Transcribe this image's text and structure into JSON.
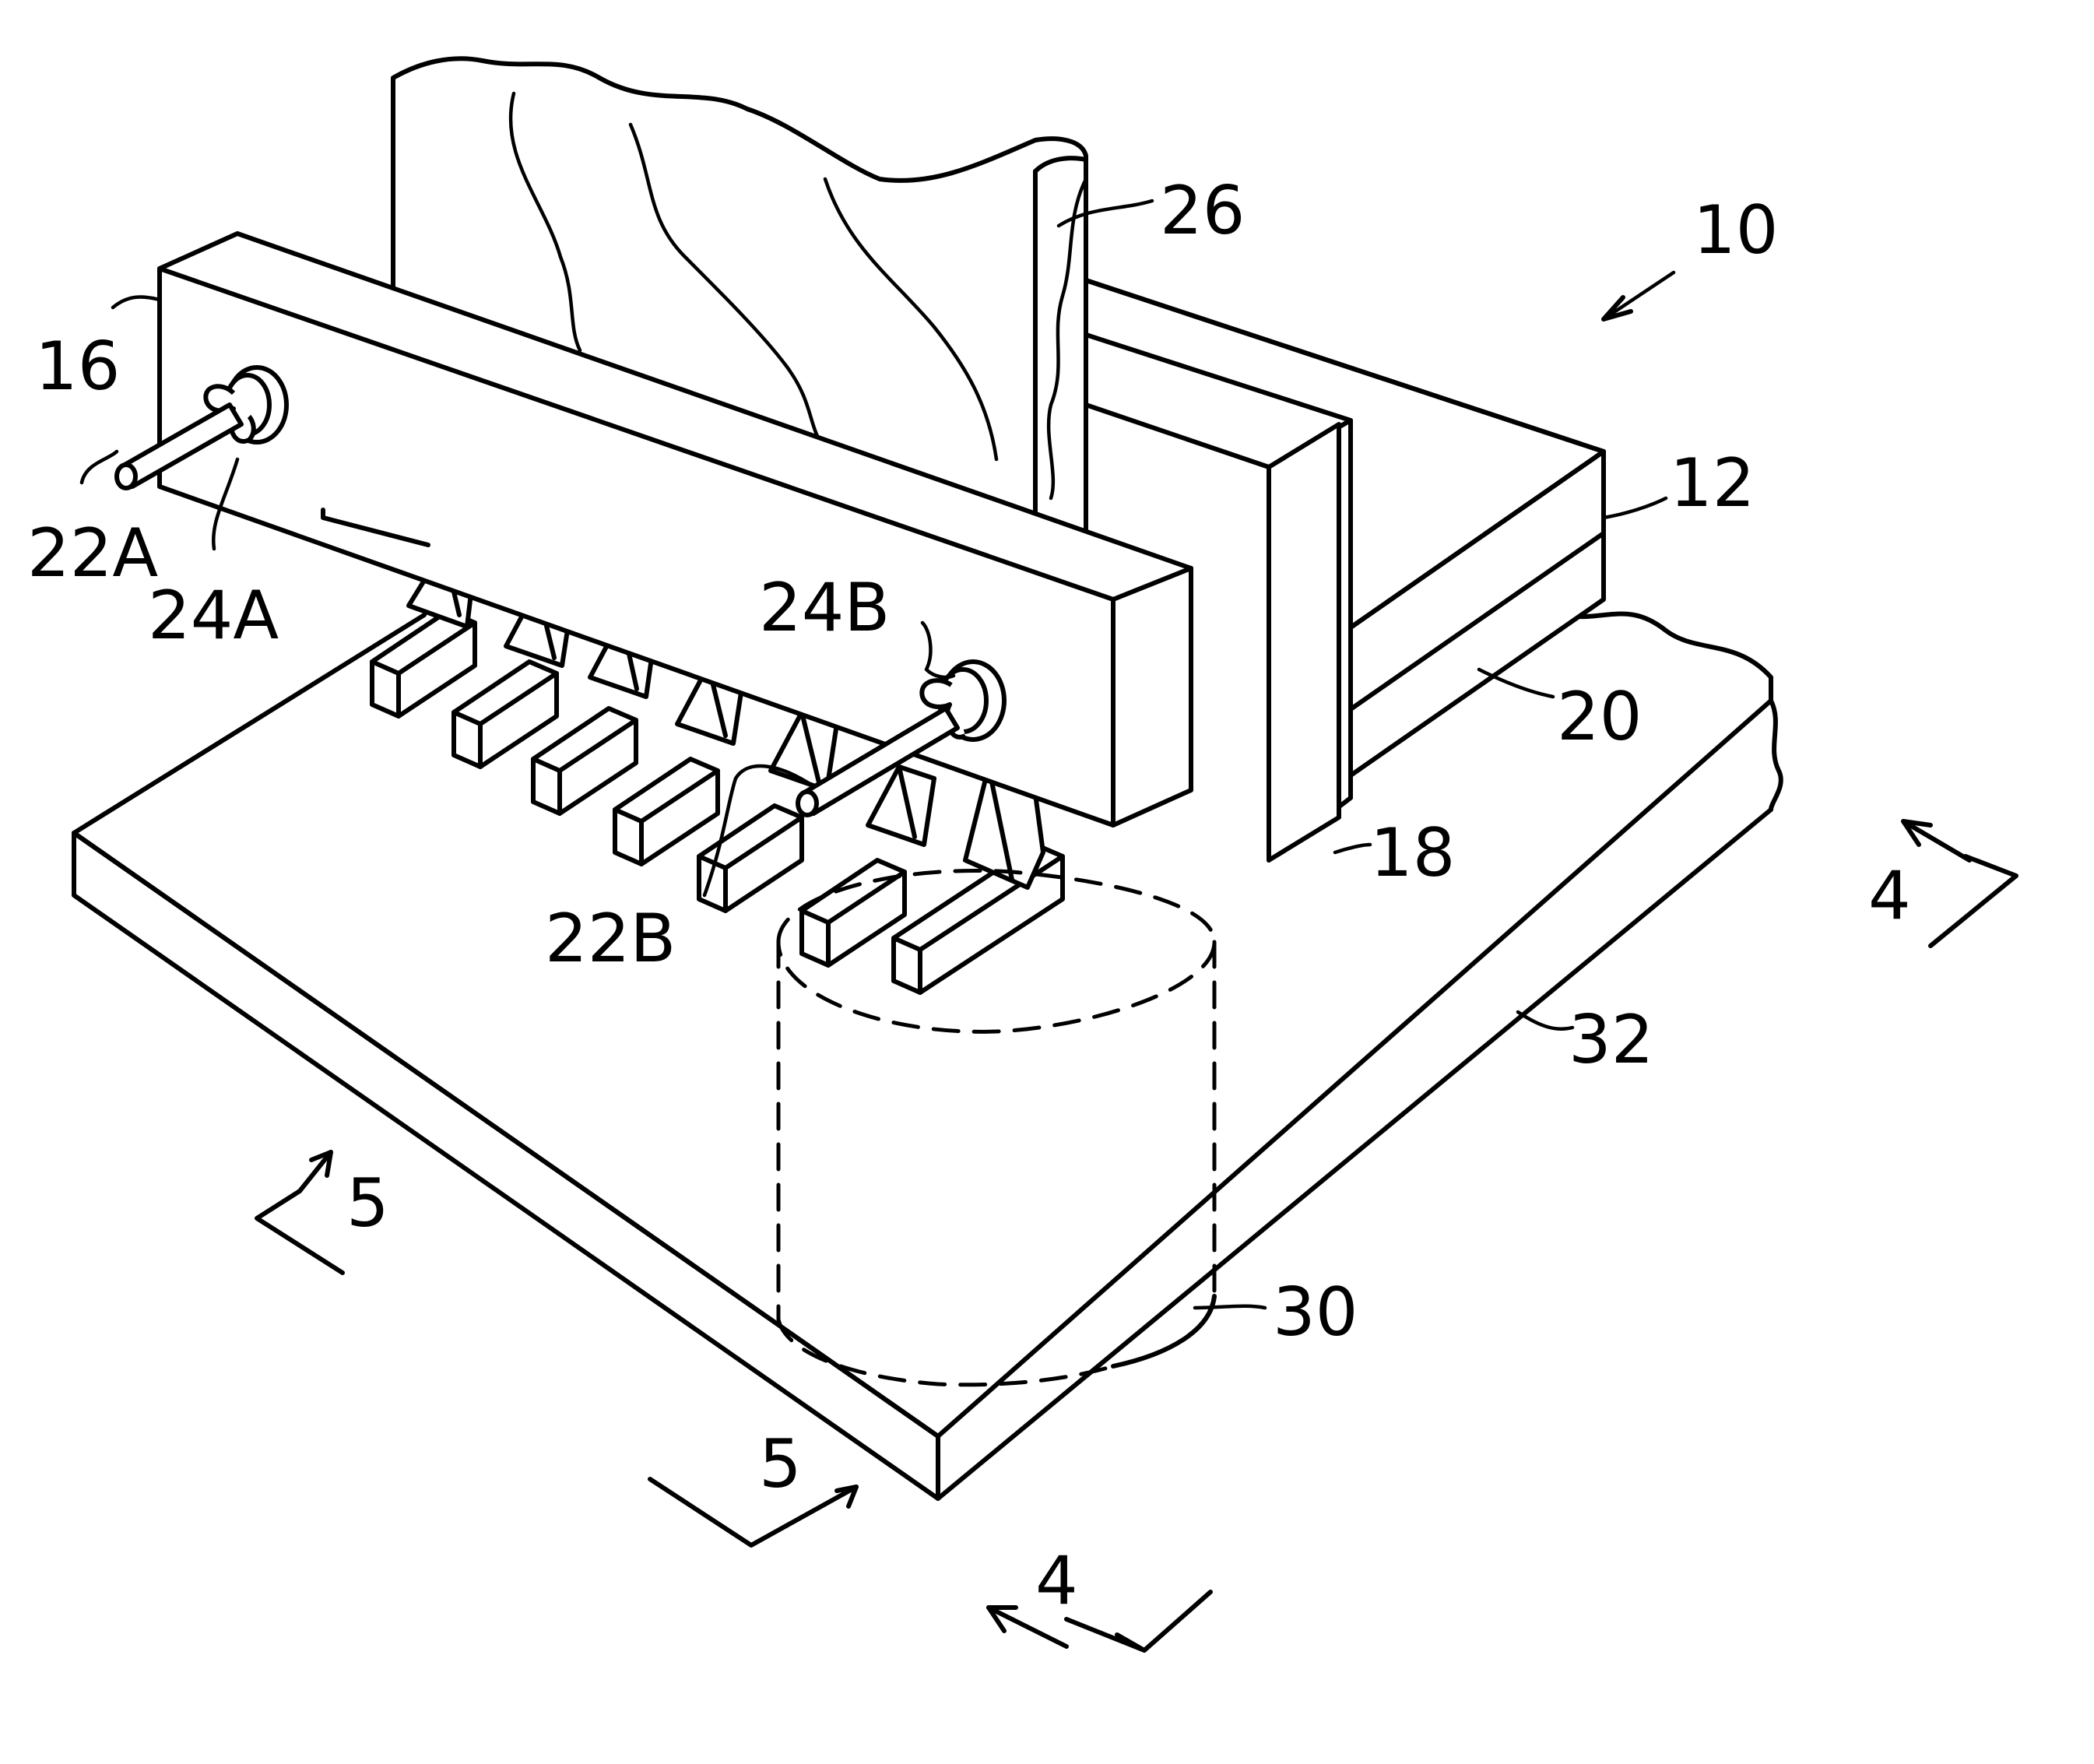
{
  "figure": {
    "reference_labels": {
      "assembly": "10",
      "part_12": "12",
      "part_16": "16",
      "part_18": "18",
      "part_20": "20",
      "rod_22a": "22A",
      "knob_24a": "24A",
      "knob_24b": "24B",
      "rod_22b": "22B",
      "workpiece": "26",
      "cylinder": "30",
      "base": "32"
    },
    "section_markers": {
      "section_4_left": "4",
      "section_4_right": "4",
      "section_5_left": "5",
      "section_5_right": "5"
    }
  }
}
